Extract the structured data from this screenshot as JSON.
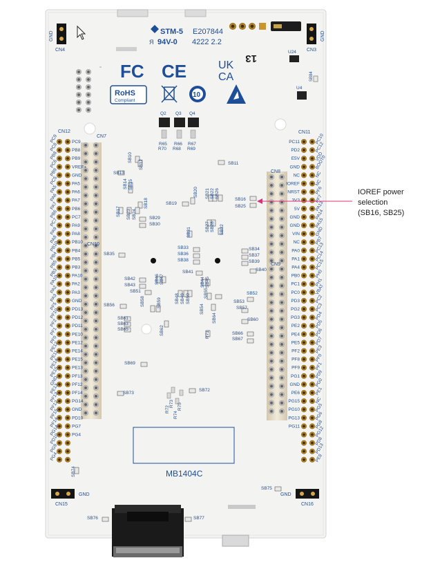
{
  "board": {
    "name": "MB1404C",
    "logo_text": "STM-5",
    "rating": "94V-0",
    "serial": "E207844",
    "date_code": "4222 2.2",
    "mark": "13",
    "cert_fc": "FC",
    "cert_ce": "CE",
    "cert_uk": "UK",
    "cert_ca": "CA",
    "rohs_title": "RoHS",
    "rohs_sub": "Compliant",
    "cert_10": "10"
  },
  "connectors": {
    "cn3": "CN3",
    "cn4": "CN4",
    "cn7": "CN7",
    "cn8": "CN8",
    "cn9": "CN9",
    "cn10": "CN10",
    "cn11": "CN11",
    "cn12": "CN12",
    "cn15": "CN15",
    "cn16": "CN16",
    "gnd": "GND",
    "u24": "U24",
    "u4": "U4",
    "sb84": "SB84"
  },
  "annotation": {
    "line1": "IOREF power",
    "line2": "selection",
    "line3": "(SB16, SB25)",
    "color": "#e0307a"
  },
  "left_pins": [
    "PC9",
    "PC8",
    "PB8",
    "PC6",
    "PB9",
    "PC5",
    "PA5",
    "PA6",
    "PA7",
    "PB6",
    "PC7",
    "PA9",
    "PA8",
    "PB10",
    "PB4",
    "PB5",
    "PB3",
    "PA10",
    "PA2",
    "PA3",
    "PF5",
    "PF10",
    "PF2",
    "PF1",
    "PF0",
    "PE12",
    "PE11",
    "PE14",
    "PE15",
    "GND",
    "PE13",
    "PF13",
    "PF12",
    "PF15",
    "PF14",
    "PG14",
    "PD10",
    "PG9",
    "PG4"
  ],
  "cn12_inner": [
    "PC9",
    "PB8",
    "PB9",
    "VREF+",
    "GND",
    "PA5",
    "PA6",
    "PA7",
    "PB6",
    "PC7",
    "PA9",
    "PA8",
    "PB10",
    "PB4",
    "PB5",
    "PB3",
    "PA10",
    "PA2",
    "PA3",
    "GND",
    "PD13",
    "PD12",
    "PD11",
    "PE10",
    "PE12",
    "PE14",
    "PE15",
    "PE13",
    "PF13",
    "PF12",
    "PF14",
    "PG14",
    "GND",
    "PD10",
    "PG7",
    "PG4"
  ],
  "cn11_inner": [
    "PC11",
    "PD2",
    "E5V",
    "GND",
    "NC",
    "IOREF",
    "NRST",
    "3V3",
    "5V",
    "GND",
    "GND",
    "VIN",
    "NC",
    "PA0",
    "PA1",
    "PA4",
    "PB0",
    "PC1",
    "PC0",
    "PD3",
    "PG2",
    "PG3",
    "PE2",
    "PE4",
    "PE5",
    "PF2",
    "PF8",
    "PF9",
    "PG1",
    "GND",
    "PE6",
    "PG15",
    "PG10",
    "PG13",
    "PG11"
  ],
  "right_pins": [
    "PC10",
    "PC12",
    "VDD",
    "BOOT0",
    "NC",
    "NC",
    "PF6",
    "PF7",
    "PA13",
    "PA14",
    "PA15",
    "GND",
    "PB7",
    "PC13",
    "PC14",
    "PC15",
    "PH0",
    "PH1",
    "VBAT",
    "PC2",
    "PC3",
    "PD4",
    "PD5",
    "PD6",
    "PD7",
    "PE3",
    "PF0",
    "PF1",
    "PD9",
    "PG0",
    "PE1",
    "NC",
    "PG5",
    "PG6",
    "PG8",
    "PG12",
    "PD8",
    "PD13",
    "PE8"
  ],
  "sb_labels": {
    "sb10": "SB10",
    "sb11": "SB11",
    "sb12": "SB12",
    "sb13": "SB13",
    "sb14": "SB14",
    "sb15": "SB15",
    "sb16": "SB16",
    "sb17": "SB17",
    "sb18": "SB18",
    "sb19": "SB19",
    "sb20": "SB20",
    "sb21": "SB21",
    "sb22": "SB22",
    "sb23": "SB23",
    "sb24": "SB24",
    "sb25": "SB25",
    "sb26": "SB26",
    "sb27": "SB27",
    "sb28": "SB28",
    "sb29": "SB29",
    "sb30": "SB30",
    "sb31": "SB31",
    "sb32": "SB32",
    "sb33": "SB33",
    "sb34": "SB34",
    "sb35": "SB35",
    "sb36": "SB36",
    "sb37": "SB37",
    "sb38": "SB38",
    "sb39": "SB39",
    "sb40": "SB40",
    "sb41": "SB41",
    "sb42": "SB42",
    "sb43": "SB43",
    "sb44": "SB44",
    "sb45": "SB45",
    "sb46": "SB46",
    "sb47": "SB47",
    "sb48": "SB48",
    "sb49": "SB49",
    "sb50": "SB50",
    "sb51": "SB51",
    "sb52": "SB52",
    "sb53": "SB53",
    "sb54": "SB54",
    "sb55": "SB55",
    "sb56": "SB56",
    "sb57": "SB57",
    "sb58": "SB58",
    "sb59": "SB59",
    "sb60": "SB60",
    "sb61": "SB61",
    "sb62": "SB62",
    "sb63": "SB63",
    "sb64": "SB64",
    "sb65": "SB65",
    "sb66": "SB66",
    "sb67": "SB67",
    "sb69": "SB69",
    "sb71": "R71",
    "sb72": "SB72",
    "sb73": "SB73",
    "sb74": "SB74",
    "sb75": "SB75",
    "sb76": "SB76",
    "sb77": "SB77",
    "q2": "Q2",
    "q3": "Q3",
    "q4": "Q4",
    "r65": "R65",
    "r66": "R66",
    "r67": "R67",
    "r68": "R68",
    "r69": "R69",
    "r70": "R70",
    "r72": "R72",
    "r73": "R73",
    "r74": "R74",
    "r75": "R75"
  }
}
